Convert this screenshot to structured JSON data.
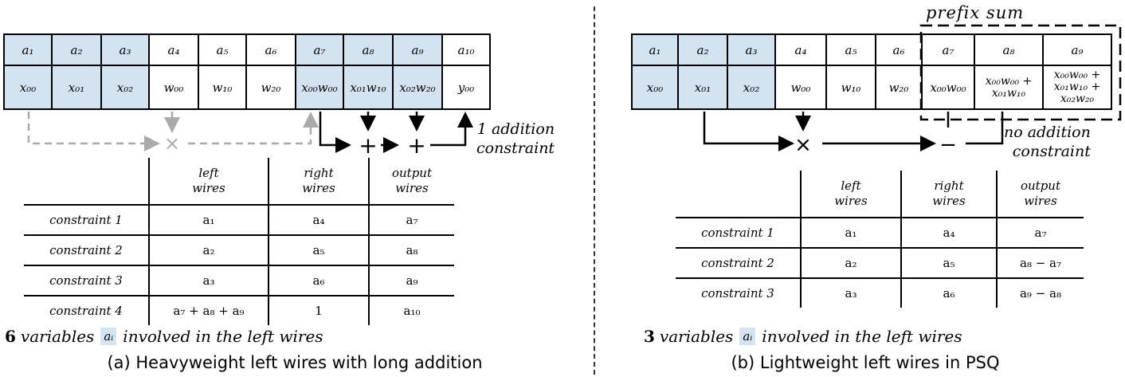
{
  "panel_a": {
    "array_index": [
      "a₁",
      "a₂",
      "a₃",
      "a₄",
      "a₅",
      "a₆",
      "a₇",
      "a₈",
      "a₉",
      "a₁₀"
    ],
    "array_value": [
      "x₀₀",
      "x₀₁",
      "x₀₂",
      "w₀₀",
      "w₁₀",
      "w₂₀",
      "x₀₀w₀₀",
      "x₀₁w₁₀",
      "x₀₂w₂₀",
      "y₀₀"
    ],
    "highlighted_cells": [
      1,
      2,
      3,
      7,
      8,
      9
    ],
    "multiply_symbol": "×",
    "add_symbol_1": "+",
    "add_symbol_2": "+",
    "note_line1": "1 addition",
    "note_line2": "constraint",
    "table": {
      "headers": [
        [
          "left",
          "wires"
        ],
        [
          "right",
          "wires"
        ],
        [
          "output",
          "wires"
        ]
      ],
      "rows": [
        {
          "label": "constraint 1",
          "left": "a₁",
          "right": "a₄",
          "output": "a₇"
        },
        {
          "label": "constraint 2",
          "left": "a₂",
          "right": "a₅",
          "output": "a₈"
        },
        {
          "label": "constraint 3",
          "left": "a₃",
          "right": "a₆",
          "output": "a₉"
        },
        {
          "label": "constraint 4",
          "left": "a₇ + a₈ + a₉",
          "right": "1",
          "output": "a₁₀"
        }
      ]
    },
    "summary_count": "6",
    "summary_before": "variables",
    "summary_chip": "aᵢ",
    "summary_after": "involved in the left wires",
    "caption": "(a) Heavyweight left wires with long addition"
  },
  "panel_b": {
    "prefix_label": "prefix sum",
    "array_index": [
      "a₁",
      "a₂",
      "a₃",
      "a₄",
      "a₅",
      "a₆",
      "a₇",
      "a₈",
      "a₉"
    ],
    "array_value": [
      "x₀₀",
      "x₀₁",
      "x₀₂",
      "w₀₀",
      "w₁₀",
      "w₂₀",
      "x₀₀w₀₀",
      "x₀₀w₀₀ +|x₀₁w₁₀",
      "x₀₀w₀₀ +|x₀₁w₁₀ +|x₀₂w₂₀"
    ],
    "highlighted_cells": [
      1,
      2,
      3
    ],
    "multiply_symbol": "×",
    "subtract_symbol": "−",
    "note_line1": "no addition",
    "note_line2": "constraint",
    "table": {
      "headers": [
        [
          "left",
          "wires"
        ],
        [
          "right",
          "wires"
        ],
        [
          "output",
          "wires"
        ]
      ],
      "rows": [
        {
          "label": "constraint 1",
          "left": "a₁",
          "right": "a₄",
          "output": "a₇"
        },
        {
          "label": "constraint 2",
          "left": "a₂",
          "right": "a₅",
          "output": "a₈ − a₇"
        },
        {
          "label": "constraint 3",
          "left": "a₃",
          "right": "a₆",
          "output": "a₉ − a₈"
        }
      ]
    },
    "summary_count": "3",
    "summary_before": "variables",
    "summary_chip": "aᵢ",
    "summary_after": "involved in the left wires",
    "caption": "(b) Lightweight left wires in PSQ"
  },
  "colors": {
    "highlight": "#d4e3f1",
    "gray_arrow": "#aaaaaa"
  }
}
